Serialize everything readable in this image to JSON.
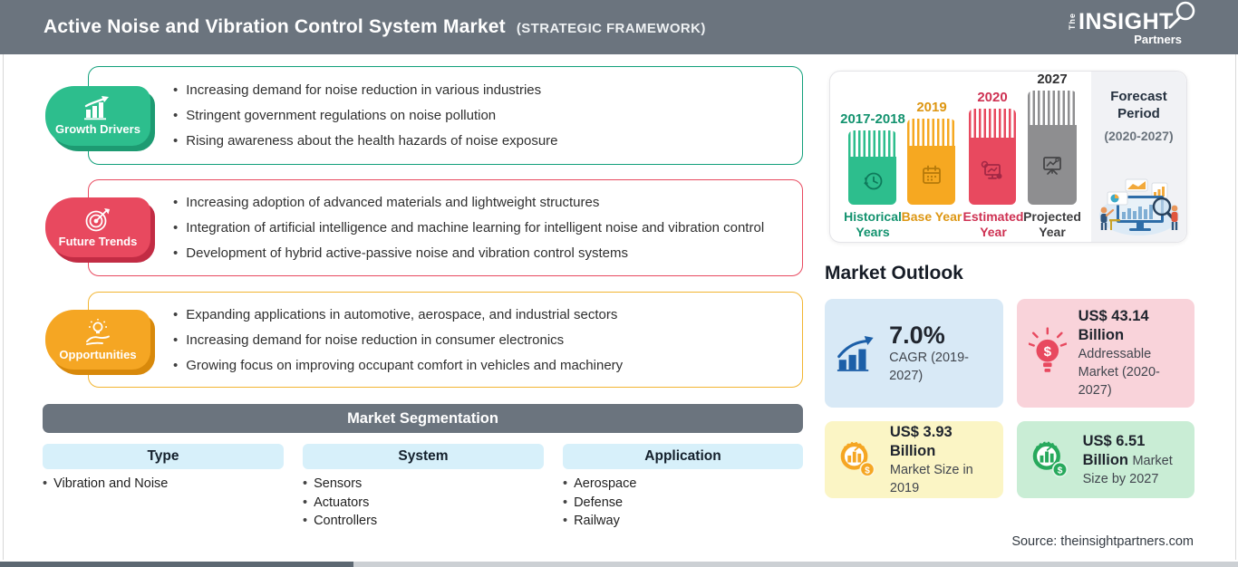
{
  "colors": {
    "header_bg": "#6B747E",
    "growth_green": "#2DBE8D",
    "future_trends_red": "#E8495F",
    "opportunities_orange": "#F5A623",
    "projected_gray": "#8E8E90",
    "segmentation_bar": "#6B747E",
    "column_header_bg": "#D7F0FA",
    "cagr_card_bg": "#D8E9F6",
    "addressable_card_bg": "#F9D3DA",
    "size_2019_card_bg": "#FBF5C5",
    "size_2027_card_bg": "#C9EDD5",
    "cagr_icon_blue": "#1C5FA8"
  },
  "header": {
    "title": "Active Noise and Vibration Control System Market",
    "subtitle": "(STRATEGIC FRAMEWORK)",
    "logo": {
      "the": "The",
      "insight": "INSIGHT",
      "partners": "Partners"
    }
  },
  "framework": {
    "sections": [
      {
        "label": "Growth Drivers",
        "bullets": [
          "Increasing demand for noise reduction in various industries",
          "Stringent government regulations on noise pollution",
          "Rising awareness about the health hazards of noise exposure"
        ]
      },
      {
        "label": "Future Trends",
        "bullets": [
          "Increasing adoption of advanced materials and lightweight structures",
          "Integration of artificial intelligence and machine learning for intelligent noise and vibration control",
          "Development of hybrid active-passive noise and vibration control systems"
        ]
      },
      {
        "label": "Opportunities",
        "bullets": [
          "Expanding applications in automotive, aerospace, and industrial sectors",
          "Increasing demand for noise reduction in consumer electronics",
          "Growing focus on improving occupant comfort in vehicles and machinery"
        ]
      }
    ]
  },
  "segmentation": {
    "title": "Market Segmentation",
    "columns": [
      {
        "header": "Type",
        "items": [
          "Vibration and Noise"
        ]
      },
      {
        "header": "System",
        "items": [
          "Sensors",
          "Actuators",
          "Controllers"
        ]
      },
      {
        "header": "Application",
        "items": [
          "Aerospace",
          "Defense",
          "Railway"
        ]
      }
    ]
  },
  "timeline": {
    "bars": [
      {
        "year": "2017-2018",
        "label": "Historical Years"
      },
      {
        "year": "2019",
        "label": "Base Year"
      },
      {
        "year": "2020",
        "label": "Estimated Year"
      },
      {
        "year": "2027",
        "label": "Projected Year"
      }
    ],
    "forecast_title": "Forecast Period",
    "forecast_range": "(2020-2027)"
  },
  "outlook": {
    "title": "Market Outlook",
    "cards": [
      {
        "value": "7.0%",
        "label": "CAGR (2019-2027)"
      },
      {
        "value": "US$ 43.14 Billion",
        "label": "Addressable Market (2020-2027)"
      },
      {
        "value": "US$ 3.93 Billion",
        "label": "Market Size in 2019"
      },
      {
        "value": "US$ 6.51 Billion",
        "label": "Market Size by 2027"
      }
    ]
  },
  "source": "Source: theinsightpartners.com"
}
